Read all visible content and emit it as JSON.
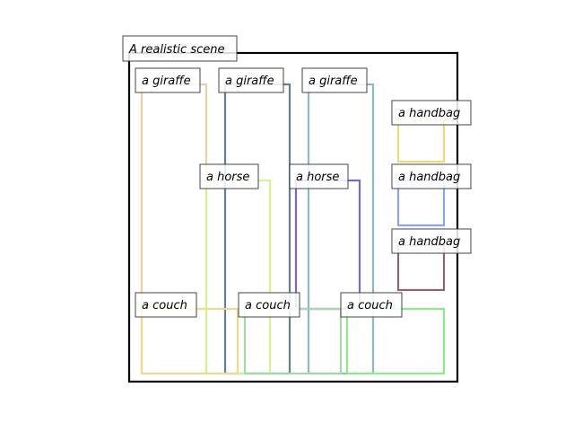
{
  "scene": {
    "caption": "A realistic scene",
    "frame_color": "#000000"
  },
  "boxes": [
    {
      "id": "giraffe-1",
      "label": "a giraffe",
      "color": "#f0cfa6"
    },
    {
      "id": "giraffe-2",
      "label": "a giraffe",
      "color": "#647f90"
    },
    {
      "id": "giraffe-3",
      "label": "a giraffe",
      "color": "#8fb8bf"
    },
    {
      "id": "handbag-1",
      "label": "a handbag",
      "color": "#eed97a"
    },
    {
      "id": "horse-1",
      "label": "a horse",
      "color": "#d2f592"
    },
    {
      "id": "horse-2",
      "label": "a horse",
      "color": "#7d68c0"
    },
    {
      "id": "handbag-2",
      "label": "a handbag",
      "color": "#86a6e6"
    },
    {
      "id": "handbag-3",
      "label": "a handbag",
      "color": "#8c666e"
    },
    {
      "id": "couch-1",
      "label": "a couch",
      "color": "#f0d98d"
    },
    {
      "id": "couch-2",
      "label": "a couch",
      "color": "#a7d7a6"
    },
    {
      "id": "couch-3",
      "label": "a couch",
      "color": "#8fe88a"
    }
  ]
}
